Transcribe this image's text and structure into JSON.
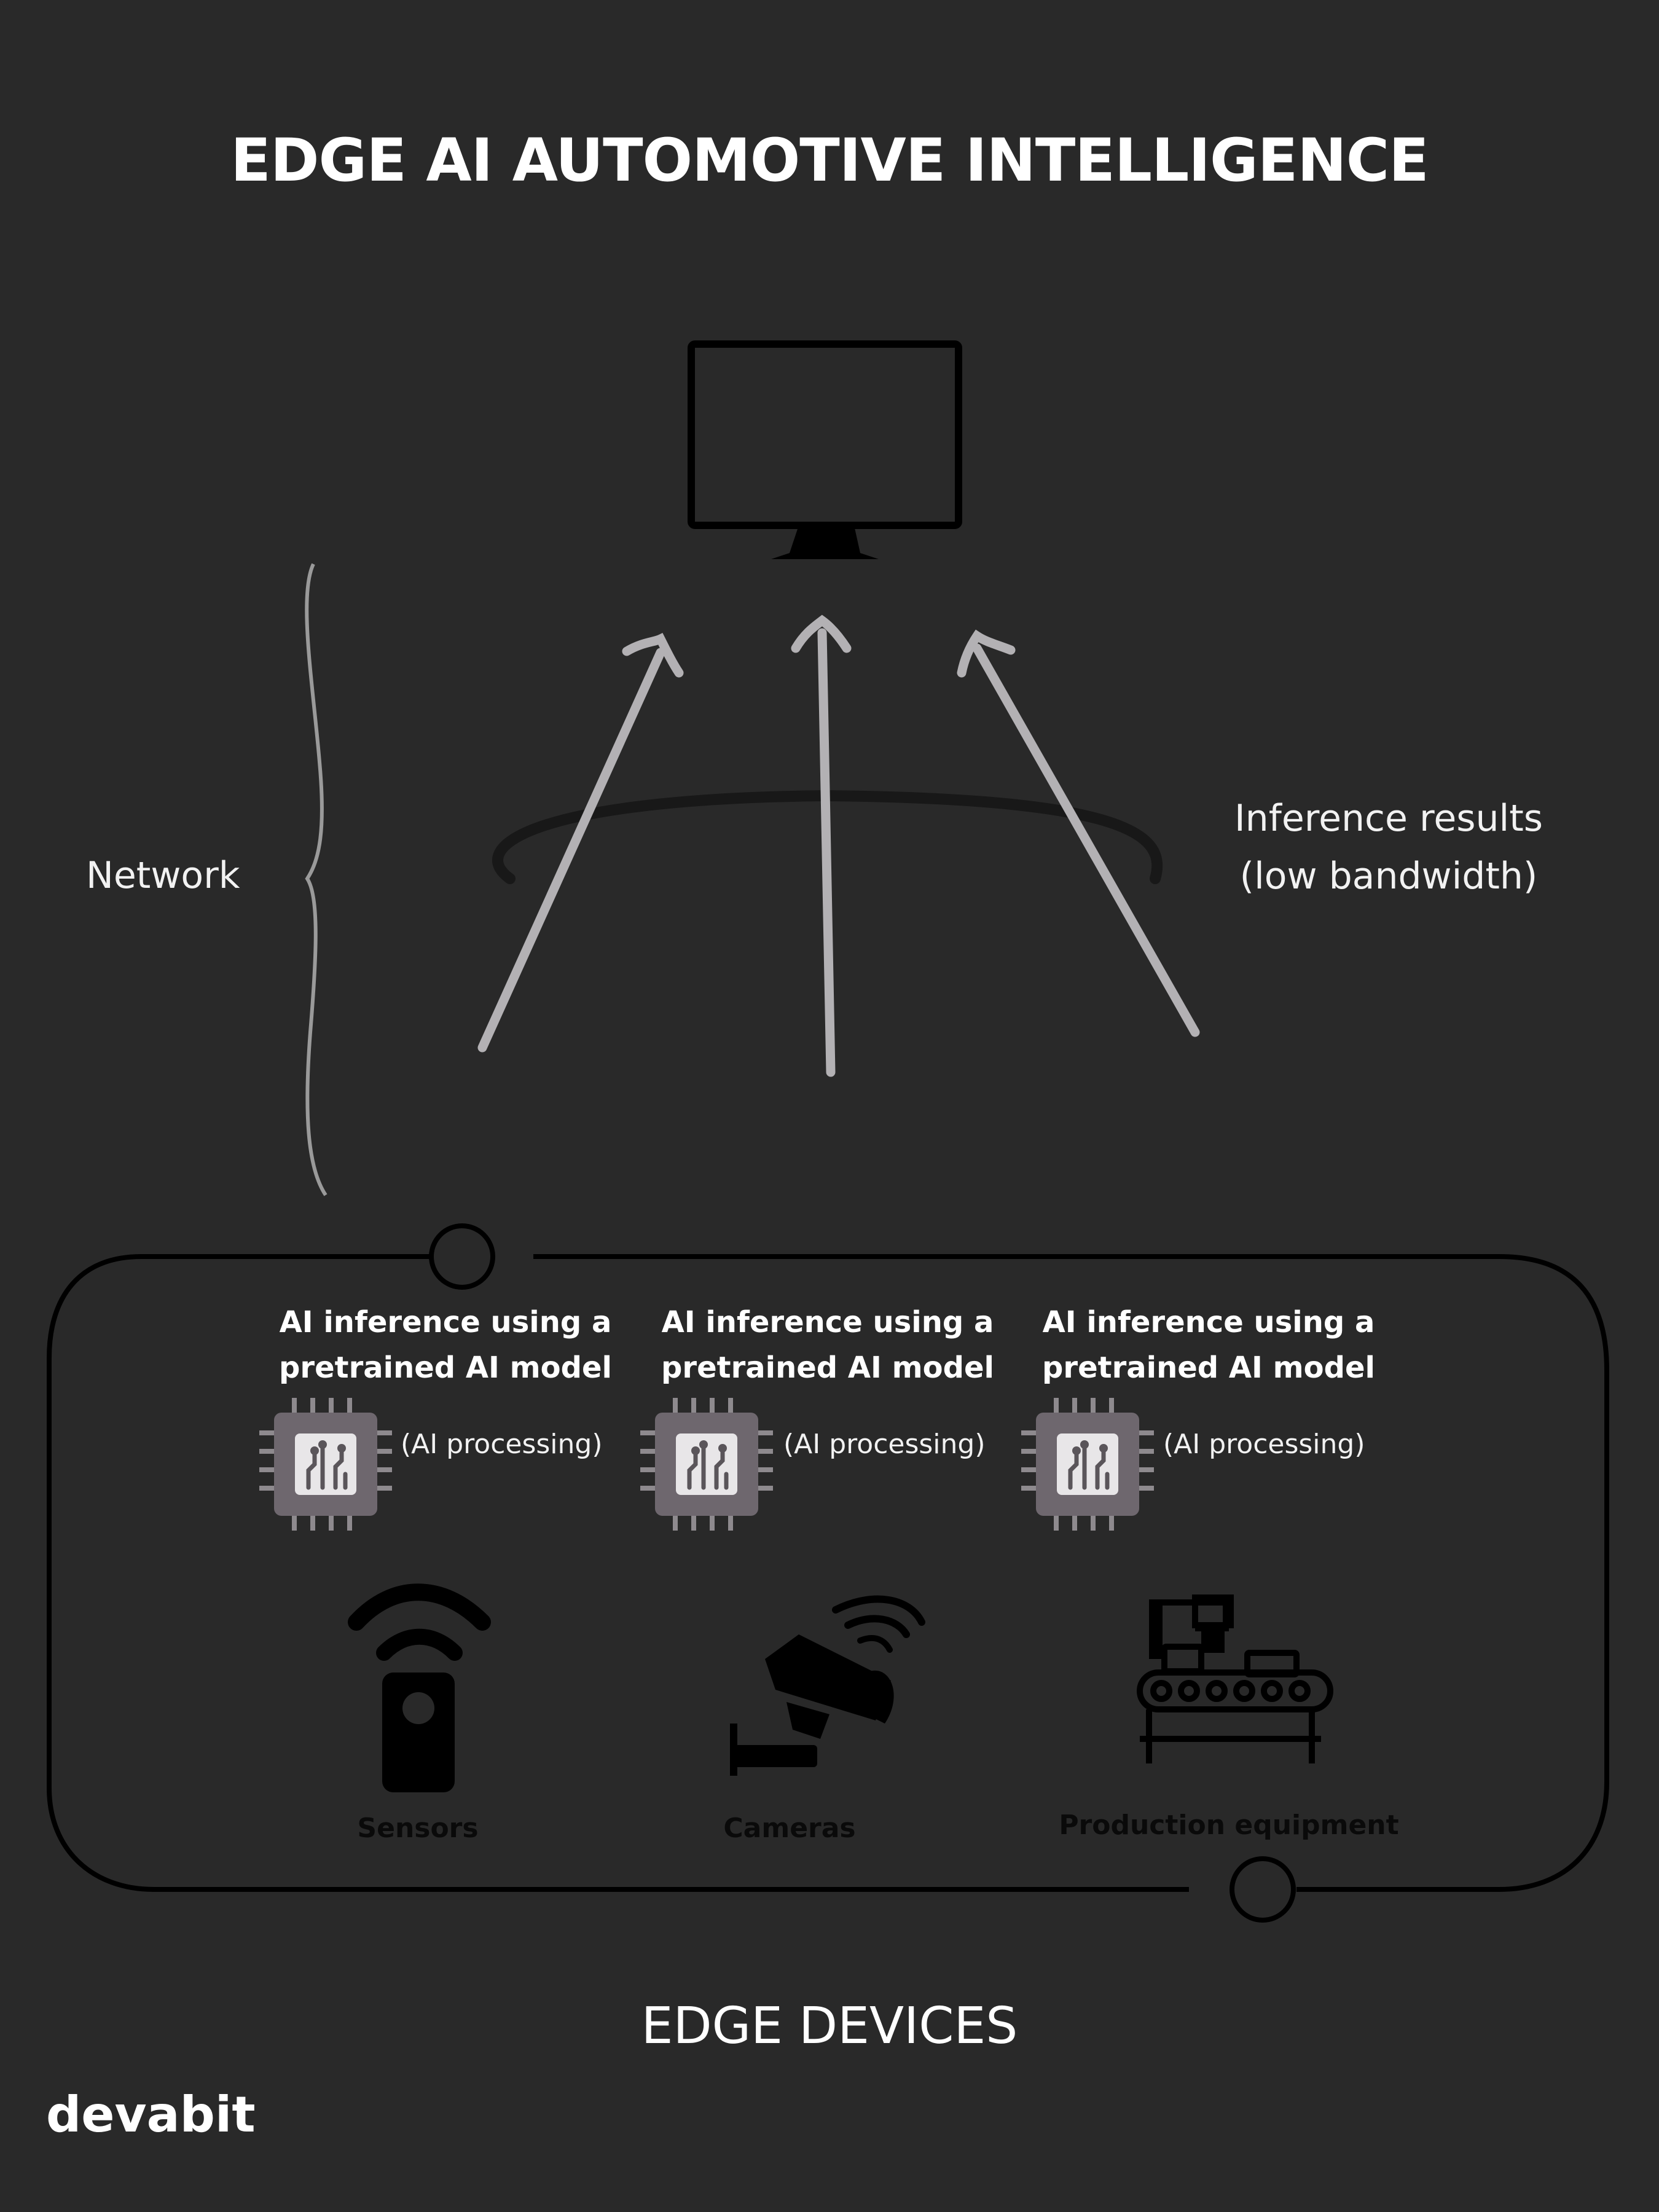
{
  "title": "EDGE AI AUTOMOTIVE INTELLIGENCE",
  "network_label": "Network",
  "inference_results": {
    "line1": "Inference results",
    "line2": "(low bandwidth)"
  },
  "edge_nodes": [
    {
      "title_line1": "AI inference using a",
      "title_line2": "pretrained AI model",
      "processing": "(AI processing)",
      "device_label": "Sensors",
      "device_icon": "sensor-icon"
    },
    {
      "title_line1": "AI inference using a",
      "title_line2": "pretrained AI model",
      "processing": "(AI processing)",
      "device_label": "Cameras",
      "device_icon": "camera-icon"
    },
    {
      "title_line1": "AI inference using a",
      "title_line2": "pretrained AI model",
      "processing": "(AI processing)",
      "device_label": "Production equipment",
      "device_icon": "conveyor-icon"
    }
  ],
  "footer_label": "EDGE DEVICES",
  "brand": "devabit",
  "colors": {
    "background": "#292929",
    "arrow": "#b3b1b4",
    "chip": "#6e676e",
    "outline": "#000000",
    "text": "#ffffff"
  }
}
